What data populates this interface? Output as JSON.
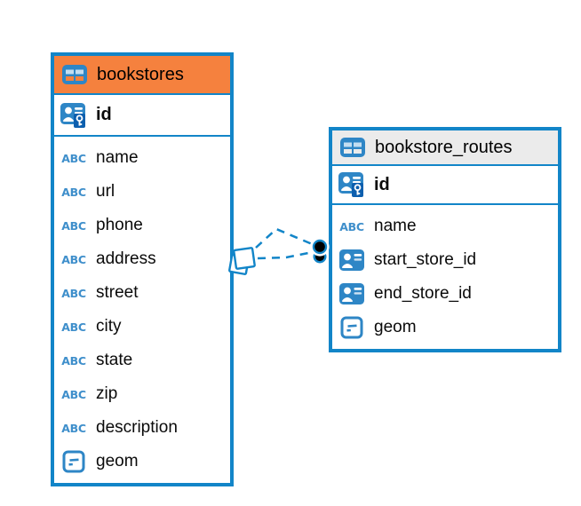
{
  "diagram": {
    "type": "entity-relationship-diagram",
    "colors": {
      "accent_blue": "#1285c8",
      "icon_blue": "#2e86c6",
      "bookstores_header": "#f5813e",
      "routes_header": "#ebebeb"
    },
    "icons": {
      "text_type_label": "ABC",
      "table_icon": "table-grid",
      "primary_key_icon": "person-with-key",
      "reference_icon": "person-card",
      "geometry_icon": "square-with-dash"
    },
    "tables": [
      {
        "title": "bookstores",
        "primary_key": {
          "name": "id"
        },
        "columns": [
          {
            "name": "name",
            "type": "text"
          },
          {
            "name": "url",
            "type": "text"
          },
          {
            "name": "phone",
            "type": "text"
          },
          {
            "name": "address",
            "type": "text"
          },
          {
            "name": "street",
            "type": "text"
          },
          {
            "name": "city",
            "type": "text"
          },
          {
            "name": "state",
            "type": "text"
          },
          {
            "name": "zip",
            "type": "text"
          },
          {
            "name": "description",
            "type": "text"
          },
          {
            "name": "geom",
            "type": "geometry"
          }
        ]
      },
      {
        "title": "bookstore_routes",
        "primary_key": {
          "name": "id"
        },
        "columns": [
          {
            "name": "name",
            "type": "text"
          },
          {
            "name": "start_store_id",
            "type": "reference"
          },
          {
            "name": "end_store_id",
            "type": "reference"
          },
          {
            "name": "geom",
            "type": "geometry"
          }
        ]
      }
    ],
    "relations": [
      {
        "from": "bookstore_routes.start_store_id",
        "to": "bookstores.id",
        "style": "dashed"
      },
      {
        "from": "bookstore_routes.end_store_id",
        "to": "bookstores.id",
        "style": "dashed"
      }
    ]
  }
}
